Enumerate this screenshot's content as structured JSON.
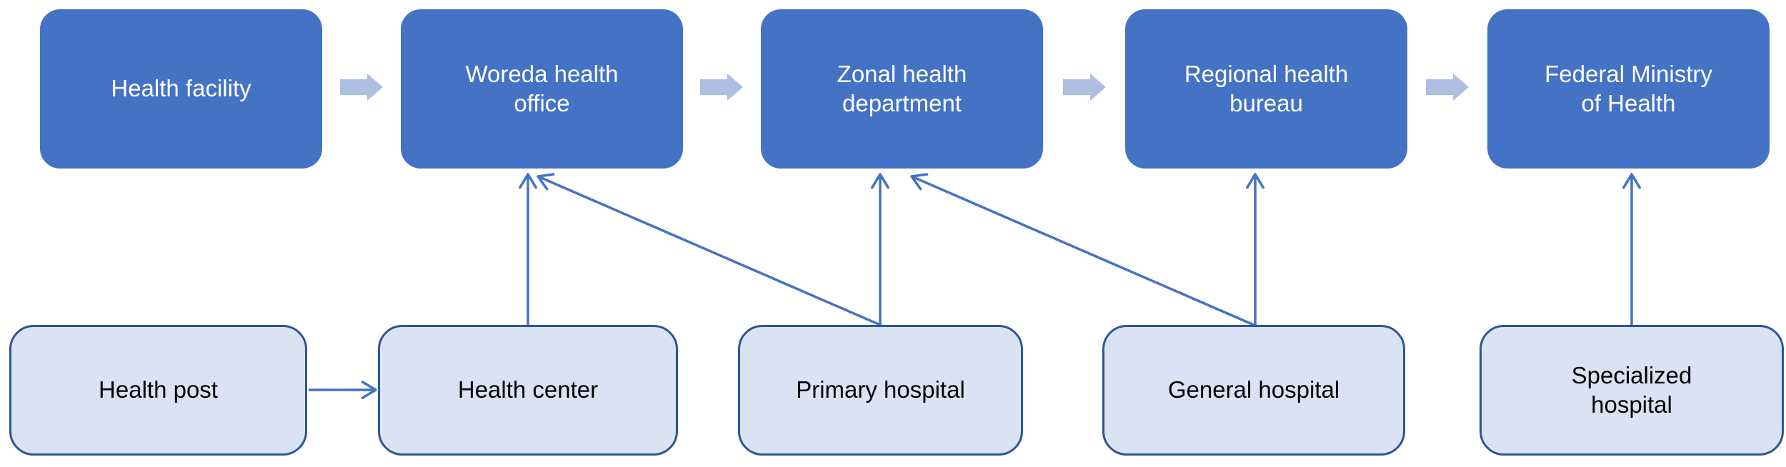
{
  "diagram": {
    "top_row": [
      {
        "label": "Health facility"
      },
      {
        "label": "Woreda health office"
      },
      {
        "label": "Zonal health department"
      },
      {
        "label": "Regional health bureau"
      },
      {
        "label": "Federal Ministry of Health"
      }
    ],
    "bottom_row": [
      {
        "label": "Health post"
      },
      {
        "label": "Health center"
      },
      {
        "label": "Primary hospital"
      },
      {
        "label": "General hospital"
      },
      {
        "label": "Specialized hospital"
      }
    ],
    "connections": {
      "top_flow_chain": [
        {
          "from": "Health facility",
          "to": "Woreda health office",
          "type": "block-arrow"
        },
        {
          "from": "Woreda health office",
          "to": "Zonal health department",
          "type": "block-arrow"
        },
        {
          "from": "Zonal health department",
          "to": "Regional health bureau",
          "type": "block-arrow"
        },
        {
          "from": "Regional health bureau",
          "to": "Federal Ministry of Health",
          "type": "block-arrow"
        }
      ],
      "reporting_arrows": [
        {
          "from": "Health post",
          "to": "Health center",
          "type": "line-arrow"
        },
        {
          "from": "Health center",
          "to": "Woreda health office",
          "type": "line-arrow"
        },
        {
          "from": "Primary hospital",
          "to": "Woreda health office",
          "type": "line-arrow"
        },
        {
          "from": "Primary hospital",
          "to": "Zonal health department",
          "type": "line-arrow"
        },
        {
          "from": "General hospital",
          "to": "Zonal health department",
          "type": "line-arrow"
        },
        {
          "from": "General hospital",
          "to": "Regional health bureau",
          "type": "line-arrow"
        },
        {
          "from": "Specialized hospital",
          "to": "Federal Ministry of Health",
          "type": "line-arrow"
        }
      ]
    },
    "colors": {
      "top_box_fill": "#4472C4",
      "top_box_text": "#FFFFFF",
      "bottom_box_fill": "#DAE3F3",
      "bottom_box_border": "#2F5597",
      "bottom_box_text": "#000000",
      "block_arrow_fill": "#AEBFE3",
      "line_arrow_stroke": "#4472C4",
      "background": "#FFFFFF"
    }
  }
}
